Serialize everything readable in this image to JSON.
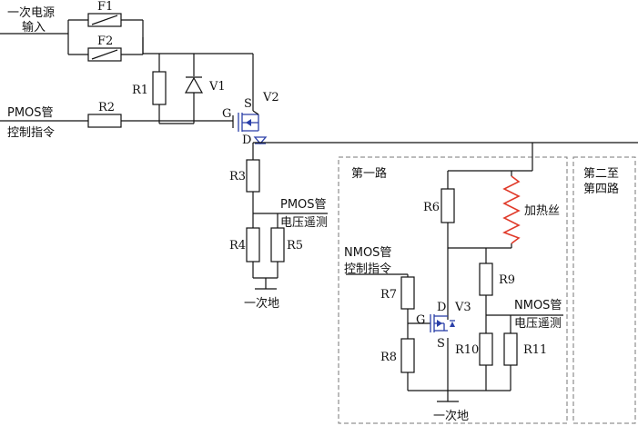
{
  "labels": {
    "primary_power_input_l1": "一次电源",
    "primary_power_input_l2": "输入",
    "f1": "F1",
    "f2": "F2",
    "r1": "R1",
    "v1": "V1",
    "v2": "V2",
    "s_v2": "S",
    "g_v2": "G",
    "d_v2": "D",
    "pmos_cmd_l1": "PMOS管",
    "pmos_cmd_l2": "控制指令",
    "r2": "R2",
    "r3": "R3",
    "r4": "R4",
    "r5": "R5",
    "pmos_tel_l1": "PMOS管",
    "pmos_tel_l2": "电压遥测",
    "ground_1": "一次地",
    "first_channel": "第一路",
    "other_channels_l1": "第二至",
    "other_channels_l2": "第四路",
    "r6": "R6",
    "heater": "加热丝",
    "nmos_cmd_l1": "NMOS管",
    "nmos_cmd_l2": "控制指令",
    "r7": "R7",
    "r8": "R8",
    "d_v3": "D",
    "v3": "V3",
    "g_v3": "G",
    "s_v3": "S",
    "r9": "R9",
    "nmos_tel_l1": "NMOS管",
    "nmos_tel_l2": "电压遥测",
    "r10": "R10",
    "r11": "R11",
    "ground_2": "一次地"
  }
}
